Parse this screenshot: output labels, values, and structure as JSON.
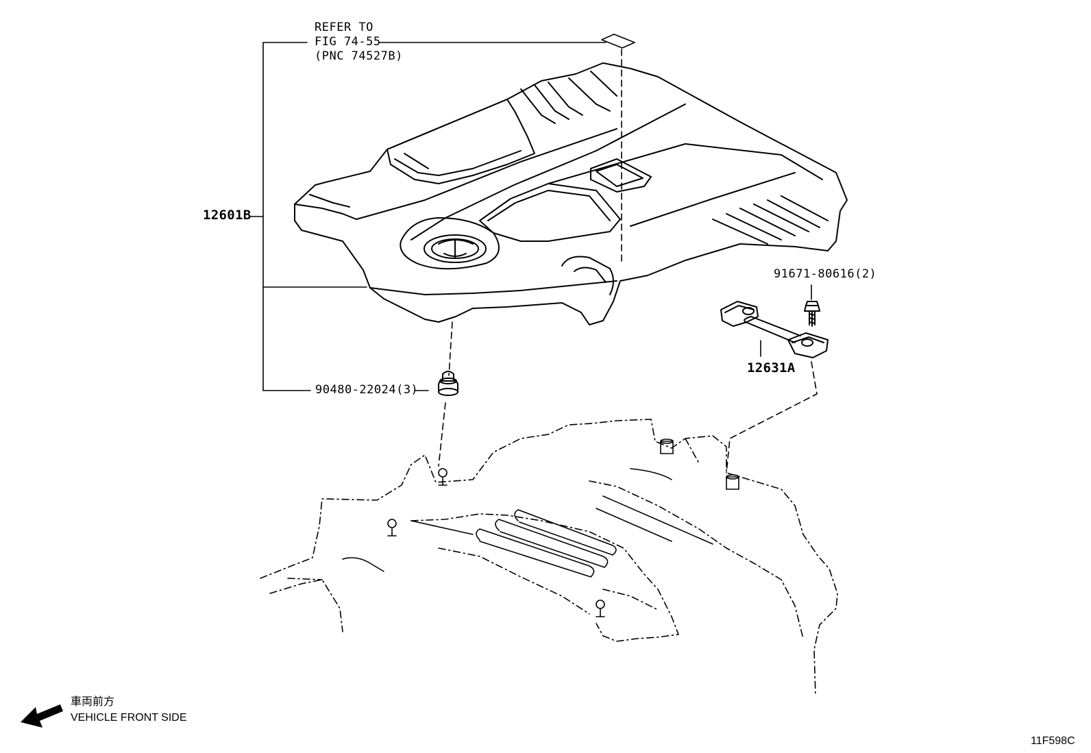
{
  "reference_note": {
    "line1": "REFER TO",
    "line2": "FIG 74-55",
    "line3": "(PNC 74527B)"
  },
  "parts": {
    "engine_cover": "12601B",
    "cover_stay": "12631A",
    "bolt": "91671-80616(2)",
    "grommet": "90480-22024(3)"
  },
  "direction": {
    "japanese": "車両前方",
    "english": "VEHICLE FRONT SIDE",
    "icon": "arrow-left-icon"
  },
  "figure_code": "11F598C"
}
